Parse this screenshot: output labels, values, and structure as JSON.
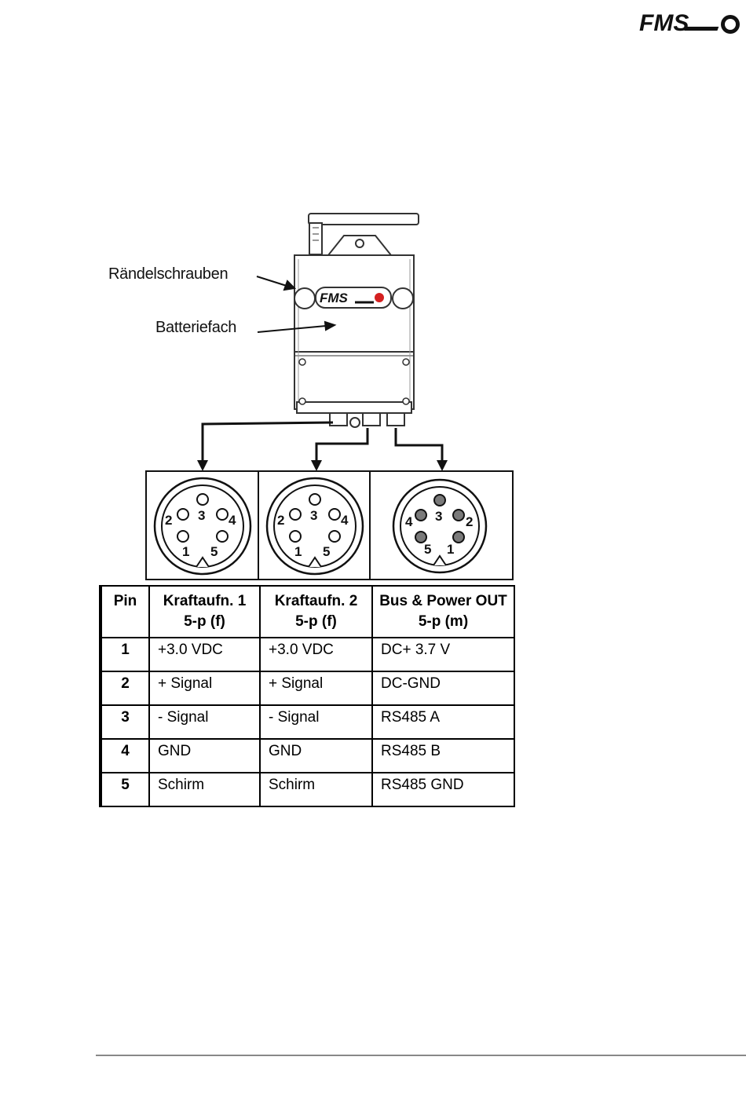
{
  "brand": {
    "logo_text": "FMS"
  },
  "callouts": {
    "thumbscrews": "Rändelschrauben",
    "battery": "Batteriefach"
  },
  "device": {
    "badge_text": "FMS"
  },
  "connectors": [
    {
      "id": "kraftaufn1",
      "type": "female",
      "pins": [
        "1",
        "2",
        "3",
        "4",
        "5"
      ]
    },
    {
      "id": "kraftaufn2",
      "type": "female",
      "pins": [
        "1",
        "2",
        "3",
        "4",
        "5"
      ]
    },
    {
      "id": "bus_power_out",
      "type": "male",
      "pins": [
        "1",
        "2",
        "3",
        "4",
        "5"
      ]
    }
  ],
  "table": {
    "headers": [
      {
        "line1": "Pin",
        "line2": ""
      },
      {
        "line1": "Kraftaufn. 1",
        "line2": "5-p (f)"
      },
      {
        "line1": "Kraftaufn. 2",
        "line2": "5-p (f)"
      },
      {
        "line1": "Bus & Power OUT",
        "line2": "5-p (m)"
      }
    ],
    "rows": [
      {
        "pin": "1",
        "k1": "+3.0 VDC",
        "k2": "+3.0 VDC",
        "bus": "DC+ 3.7 V"
      },
      {
        "pin": "2",
        "k1": "+ Signal",
        "k2": "+ Signal",
        "bus": "DC-GND"
      },
      {
        "pin": "3",
        "k1": "- Signal",
        "k2": "- Signal",
        "bus": "RS485 A"
      },
      {
        "pin": "4",
        "k1": "GND",
        "k2": "GND",
        "bus": "RS485 B"
      },
      {
        "pin": "5",
        "k1": "Schirm",
        "k2": "Schirm",
        "bus": "RS485 GND"
      }
    ]
  },
  "colors": {
    "accent_red": "#d42020",
    "male_pin_fill": "#7a7a7a"
  }
}
